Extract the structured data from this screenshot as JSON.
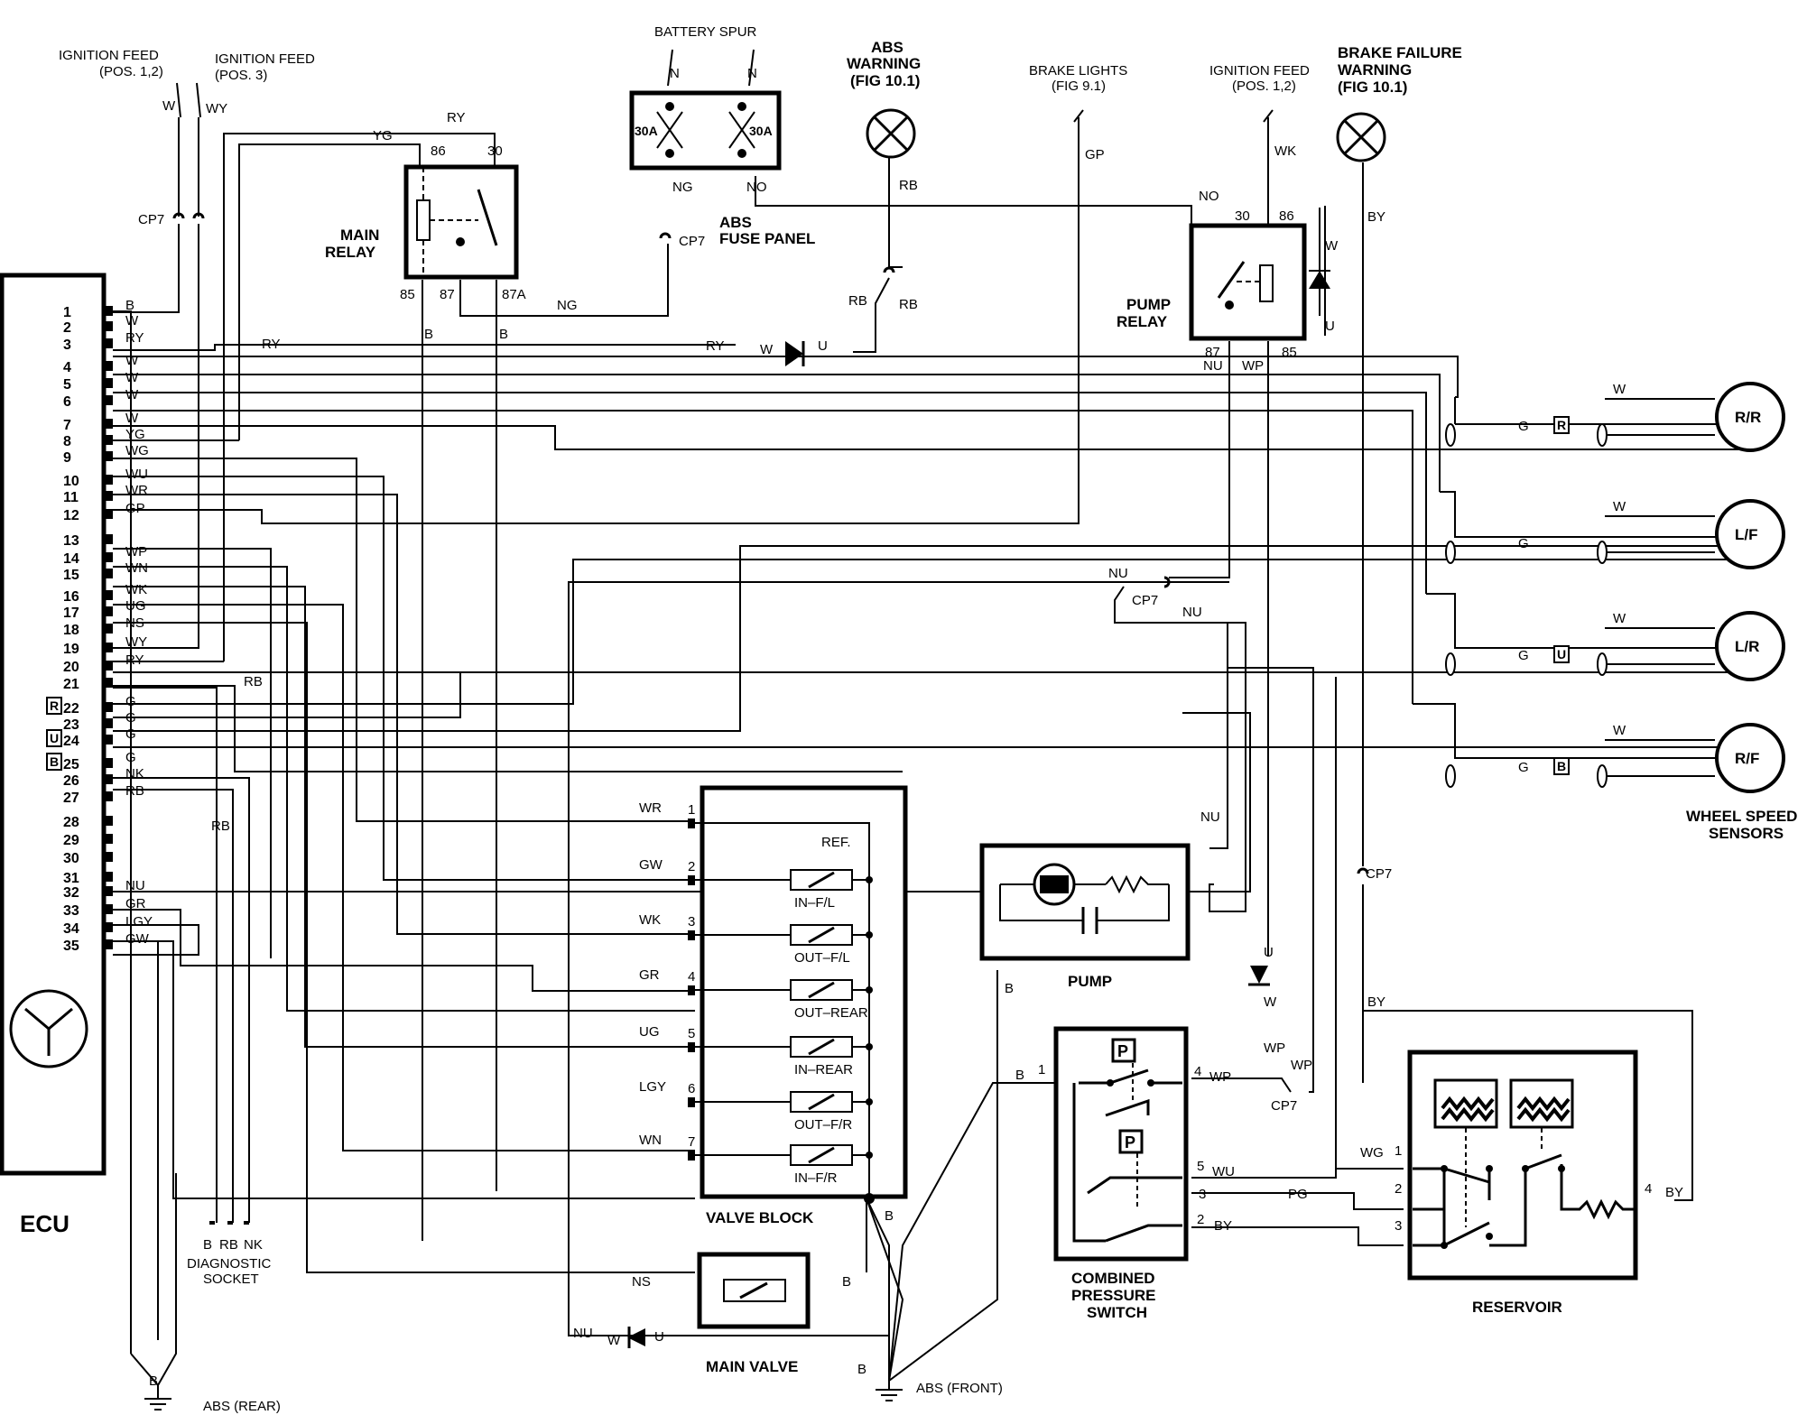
{
  "ecu": {
    "title": "ECU",
    "pins": [
      "1",
      "2",
      "3",
      "4",
      "5",
      "6",
      "7",
      "8",
      "9",
      "10",
      "11",
      "12",
      "13",
      "14",
      "15",
      "16",
      "17",
      "18",
      "19",
      "20",
      "21",
      "22",
      "23",
      "24",
      "25",
      "26",
      "27",
      "28",
      "29",
      "30",
      "31",
      "32",
      "33",
      "34",
      "35"
    ],
    "wires": [
      "B",
      "W",
      "RY",
      "W",
      "W",
      "W",
      "W",
      "YG",
      "WG",
      "WU",
      "WR",
      "GP",
      "",
      "WP",
      "WN",
      "WK",
      "UG",
      "NS",
      "WY",
      "RY",
      "",
      "G",
      "G",
      "G",
      "G",
      "NK",
      "RB",
      "",
      "",
      "",
      "",
      "NU",
      "GR",
      "LGY",
      "GW"
    ],
    "markers": [
      {
        "pin": "22",
        "mark": "R"
      },
      {
        "pin": "24",
        "mark": "U"
      },
      {
        "pin": "25",
        "mark": "B"
      }
    ]
  },
  "feeds": {
    "ign_12": [
      "IGNITION FEED",
      "(POS. 1,2)"
    ],
    "ign_3": [
      "IGNITION FEED",
      "(POS. 3)"
    ],
    "battery": "BATTERY SPUR",
    "brake_lights": [
      "BRAKE LIGHTS",
      "(FIG 9.1)"
    ],
    "ign_12_pump": [
      "IGNITION FEED",
      "(POS. 1,2)"
    ]
  },
  "warnings": {
    "abs": [
      "ABS",
      "WARNING",
      "(FIG 10.1)"
    ],
    "brake": [
      "BRAKE FAILURE",
      "WARNING",
      "(FIG 10.1)"
    ]
  },
  "main_relay": {
    "title": [
      "MAIN",
      "RELAY"
    ],
    "pins": {
      "p86": "86",
      "p30": "30",
      "p85": "85",
      "p87": "87",
      "p87a": "87A"
    }
  },
  "fuse_panel": {
    "title": [
      "ABS",
      "FUSE PANEL"
    ],
    "fuse1": "30A",
    "fuse2": "30A"
  },
  "pump_relay": {
    "title": [
      "PUMP",
      "RELAY"
    ],
    "pins": {
      "p30": "30",
      "p86": "86",
      "p87": "87",
      "p85": "85"
    }
  },
  "sensors": {
    "title": [
      "WHEEL SPEED",
      "SENSORS"
    ],
    "items": [
      {
        "name": "R/R",
        "mark": "R"
      },
      {
        "name": "L/F",
        "mark": ""
      },
      {
        "name": "L/R",
        "mark": "U"
      },
      {
        "name": "R/F",
        "mark": "B"
      }
    ]
  },
  "valve_block": {
    "title": "VALVE BLOCK",
    "ref": "REF.",
    "rows": [
      {
        "pin": "1",
        "wire": "WR",
        "label": ""
      },
      {
        "pin": "2",
        "wire": "GW",
        "label": "IN–F/L"
      },
      {
        "pin": "3",
        "wire": "WK",
        "label": "OUT–F/L"
      },
      {
        "pin": "4",
        "wire": "GR",
        "label": "OUT–REAR"
      },
      {
        "pin": "5",
        "wire": "UG",
        "label": "IN–REAR"
      },
      {
        "pin": "6",
        "wire": "LGY",
        "label": "OUT–F/R"
      },
      {
        "pin": "7",
        "wire": "WN",
        "label": "IN–F/R"
      }
    ]
  },
  "pump": {
    "title": "PUMP"
  },
  "main_valve": {
    "title": "MAIN VALVE"
  },
  "pressure_switch": {
    "title": [
      "COMBINED",
      "PRESSURE",
      "SWITCH"
    ],
    "p_label": "P"
  },
  "reservoir": {
    "title": "RESERVOIR"
  },
  "diag": {
    "title": [
      "DIAGNOSTIC",
      "SOCKET"
    ],
    "pins": [
      "B",
      "RB",
      "NK"
    ]
  },
  "grounds": {
    "rear": "ABS (REAR)",
    "front": "ABS (FRONT)"
  },
  "connector": "CP7",
  "codes": {
    "B": "B",
    "W": "W",
    "WY": "WY",
    "RY": "RY",
    "YG": "YG",
    "N": "N",
    "NG": "NG",
    "NO": "NO",
    "RB": "RB",
    "U": "U",
    "GP": "GP",
    "WK": "WK",
    "BY": "BY",
    "NU": "NU",
    "WP": "WP",
    "G": "G",
    "NS": "NS",
    "WU": "WU",
    "PG": "PG",
    "WG": "WG",
    "p1": "1",
    "p2": "2",
    "p3": "3",
    "p4": "4",
    "p5": "5"
  }
}
